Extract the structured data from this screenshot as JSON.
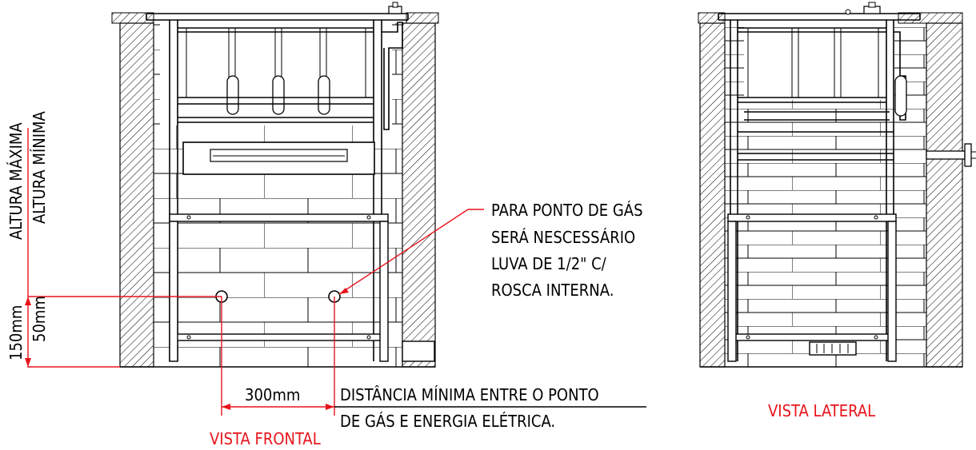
{
  "views": {
    "front": {
      "title": "VISTA FRONTAL",
      "note_lines": [
        "PARA PONTO DE GÁS",
        "SERÁ NESCESSÁRIO",
        "LUVA DE 1/2\" C/",
        "ROSCA INTERNA."
      ],
      "spacing_label": "300mm",
      "spacing_note_lines": [
        "DISTÂNCIA MÍNIMA ENTRE O PONTO",
        "DE GÁS E ENERGIA ELÉTRICA."
      ],
      "height_labels": {
        "max": "ALTURA MÁXIMA",
        "min": "ALTURA MÍNIMA",
        "max_value": "150mm",
        "min_value": "50mm"
      }
    },
    "side": {
      "title": "VISTA LATERAL"
    }
  },
  "colors": {
    "line": "#000000",
    "annotation": "#e8141b",
    "hatch": "#000000"
  }
}
